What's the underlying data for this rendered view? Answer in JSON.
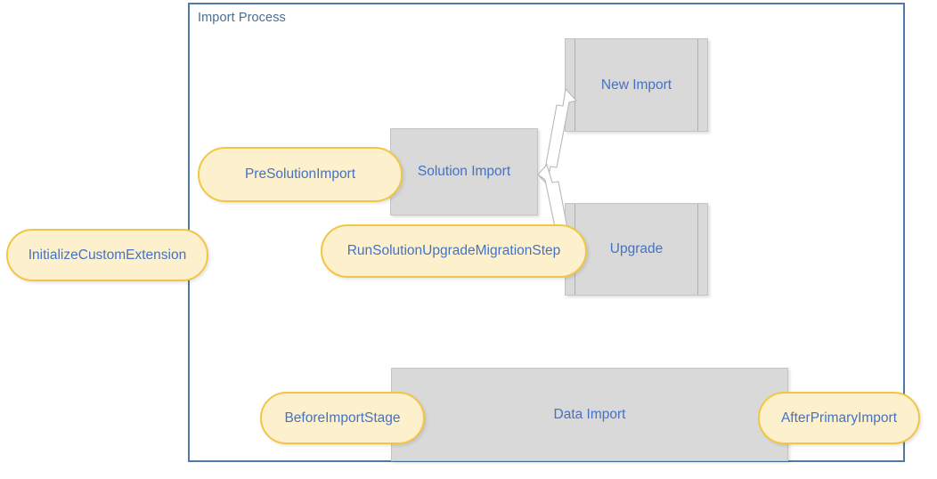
{
  "diagram": {
    "title": "Import Process",
    "container": {
      "label": "Import Process",
      "border_color": "#4e79a8"
    },
    "colors": {
      "process_fill": "#d9d9d9",
      "process_border": "#c4c4c4",
      "pill_fill": "#fdf0cd",
      "pill_border": "#f2c642",
      "text_blue": "#4472c4",
      "title_blue": "#4a6f92",
      "arrow_outline": "#b8b8b8"
    },
    "processes": [
      {
        "id": "new-import",
        "label": "New Import",
        "shape": "predefined-process"
      },
      {
        "id": "solution-import",
        "label": "Solution Import",
        "shape": "rectangle"
      },
      {
        "id": "upgrade",
        "label": "Upgrade",
        "shape": "predefined-process"
      },
      {
        "id": "data-import",
        "label": "Data Import",
        "shape": "rectangle"
      }
    ],
    "events": [
      {
        "id": "initialize-custom-extension",
        "label": "InitializeCustomExtension"
      },
      {
        "id": "pre-solution-import",
        "label": "PreSolutionImport"
      },
      {
        "id": "run-solution-upgrade-migration-step",
        "label": "RunSolutionUpgradeMigrationStep"
      },
      {
        "id": "before-import-stage",
        "label": "BeforeImportStage"
      },
      {
        "id": "after-primary-import",
        "label": "AfterPrimaryImport"
      }
    ],
    "connectors": [
      {
        "id": "solution-import-to-new-import",
        "from": "solution-import",
        "to": "new-import"
      },
      {
        "id": "solution-import-to-upgrade",
        "from": "solution-import",
        "to": "upgrade"
      }
    ]
  }
}
